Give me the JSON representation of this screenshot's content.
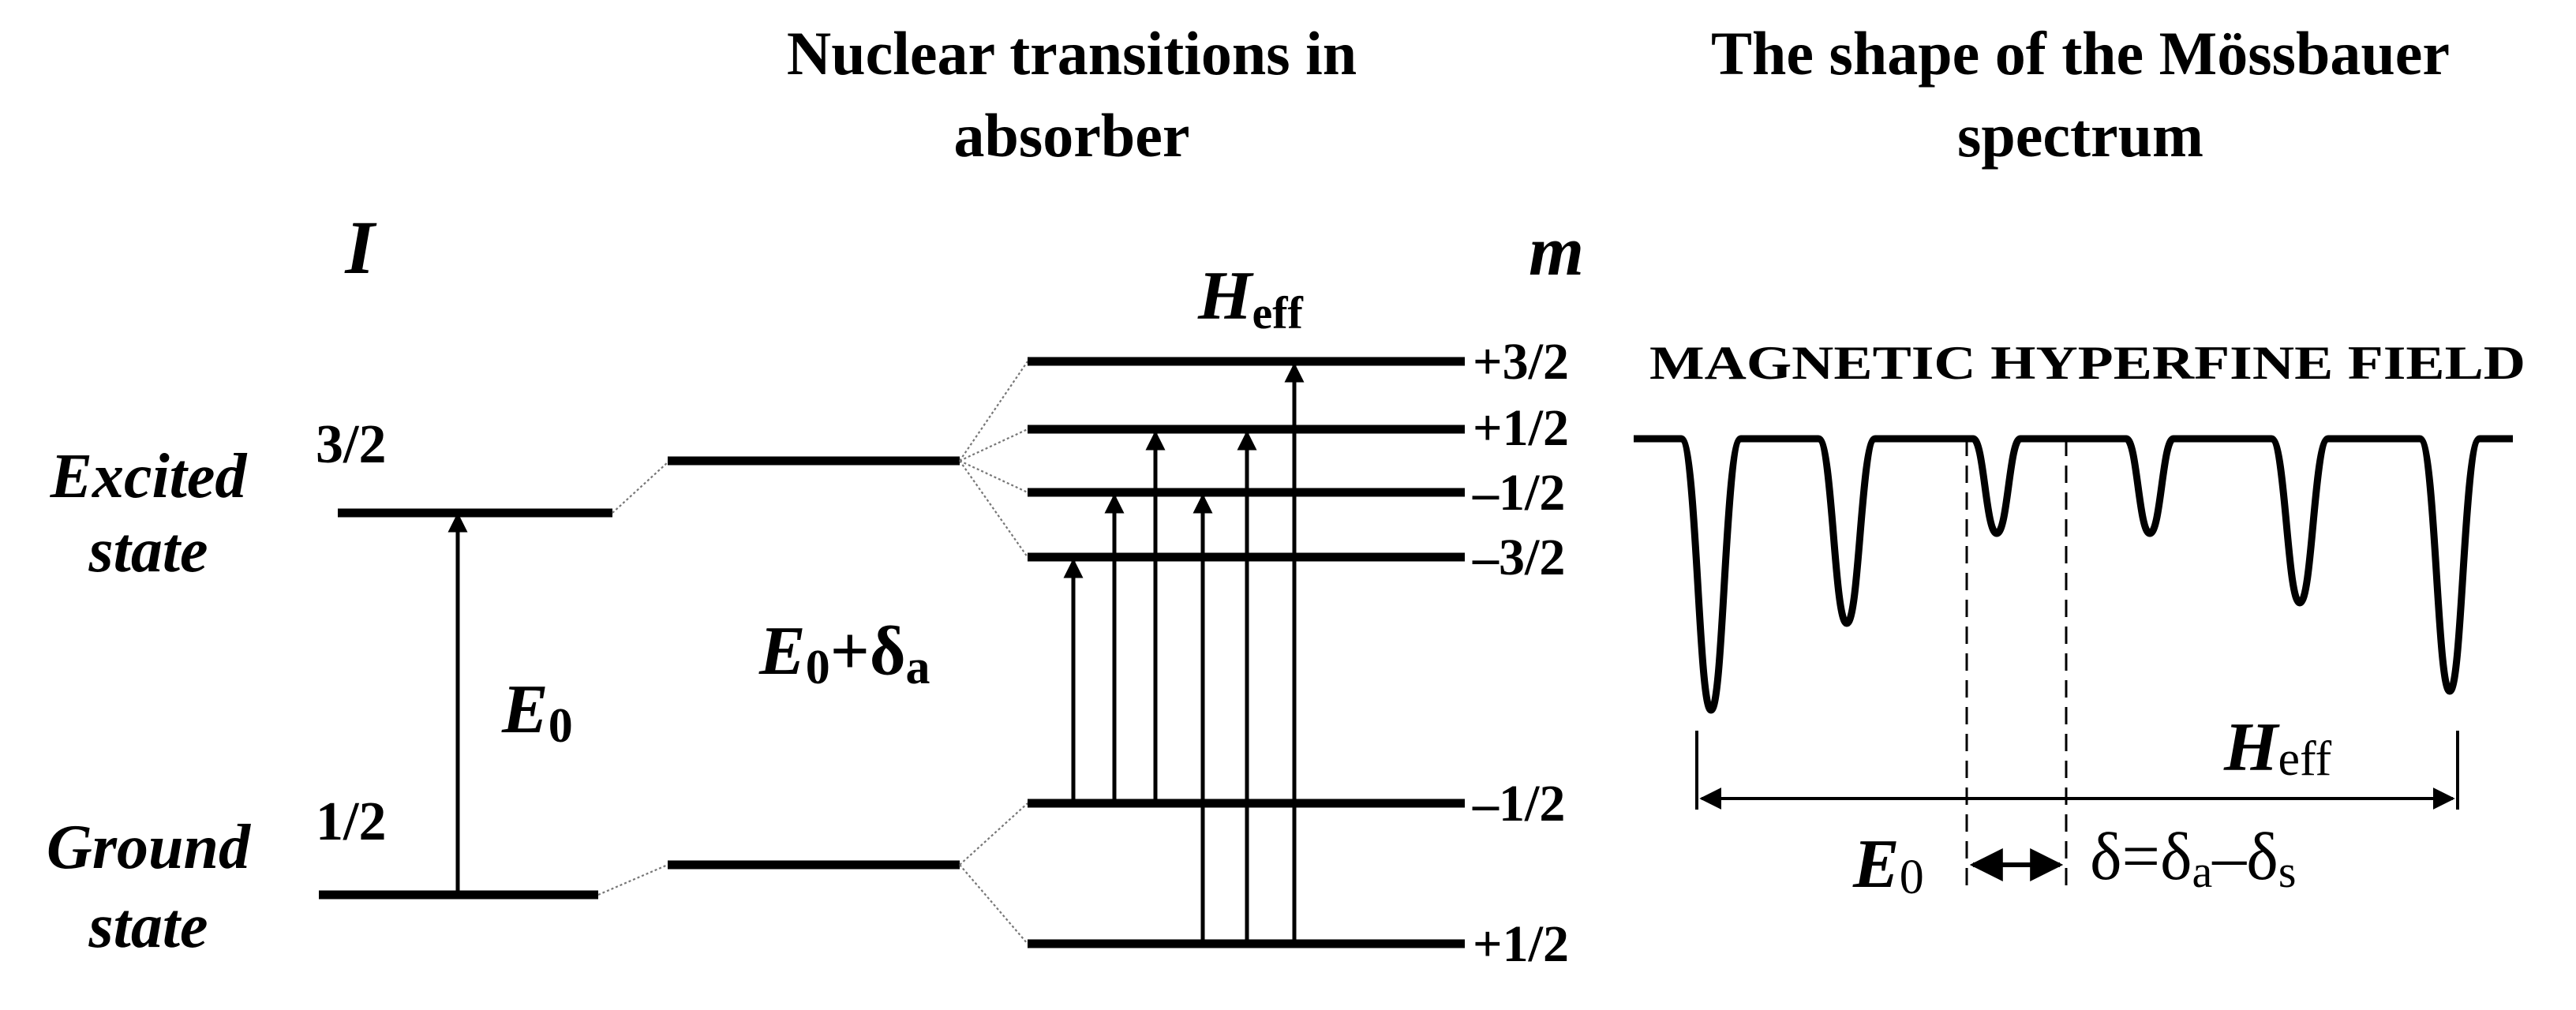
{
  "titles": {
    "middle_line1": "Nuclear transitions in",
    "middle_line2": "absorber",
    "right_line1": "The shape of the Mössbauer",
    "right_line2": "spectrum"
  },
  "left": {
    "spin_header": "I",
    "excited_line1": "Excited",
    "excited_line2": "state",
    "ground_line1": "Ground",
    "ground_line2": "state",
    "spin_excited": "3/2",
    "spin_ground": "1/2",
    "energy": "E",
    "energy_sub": "0"
  },
  "middle": {
    "energy": "E",
    "energy_sub": "0",
    "plus_delta": "+δ",
    "delta_sub": "a",
    "field": "H",
    "field_sub": "eff"
  },
  "right_levels": {
    "header": "m",
    "excited": [
      "+3/2",
      "+1/2",
      "–1/2",
      "–3/2"
    ],
    "ground": [
      "–1/2",
      "+1/2"
    ]
  },
  "spectrum": {
    "caption": "MAGNETIC HYPERFINE FIELD",
    "heff": "H",
    "heff_sub": "eff",
    "e0": "E",
    "e0_sub": "0",
    "delta": "δ=δ",
    "delta_sub1": "a",
    "delta_minus": "–δ",
    "delta_sub2": "s"
  }
}
